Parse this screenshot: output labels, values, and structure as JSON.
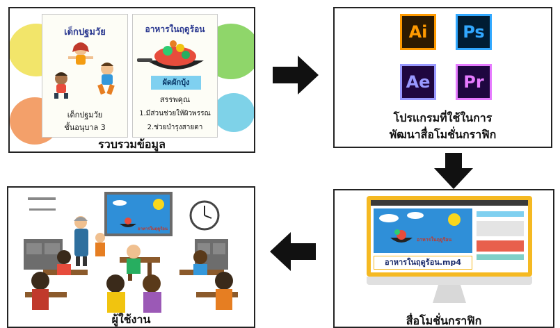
{
  "panel_collect": {
    "caption": "รวบรวมข้อมูล",
    "card_left": {
      "title": "เด็กปฐมวัย",
      "line1": "เด็กปฐมวัย",
      "line2": "ชั้นอนุบาล 3"
    },
    "card_right": {
      "title": "อาหารในฤดูร้อน",
      "tag": "ผัดผักบุ้ง",
      "heading": "สรรพคุณ",
      "line1": "1.มีส่วนช่วยให้ผิวพรรณ",
      "line2": "2.ช่วยบำรุงสายตา"
    }
  },
  "panel_programs": {
    "caption_line1": "โปรแกรมที่ใช้ในการ",
    "caption_line2": "พัฒนาสื่อโมชั่นกราฟิก",
    "apps": [
      {
        "abbr": "Ai",
        "bg": "#2d1a00",
        "fg": "#ff9a00"
      },
      {
        "abbr": "Ps",
        "bg": "#001d34",
        "fg": "#31a8ff"
      },
      {
        "abbr": "Ae",
        "bg": "#1f0740",
        "fg": "#9999ff"
      },
      {
        "abbr": "Pr",
        "bg": "#1f0740",
        "fg": "#e67bff"
      }
    ]
  },
  "panel_media": {
    "caption": "สื่อโมชั่นกราฟิก",
    "video_title": "อาหารในฤดูร้อน",
    "file_name": "อาหารในฤดูร้อน.mp4"
  },
  "panel_users": {
    "caption": "ผู้ใช้งาน",
    "board_text": "อาหารในฤดูร้อน"
  },
  "colors": {
    "arrow": "#111111",
    "monitor_frame": "#f5b922",
    "board_sky": "#2f8fd8"
  }
}
